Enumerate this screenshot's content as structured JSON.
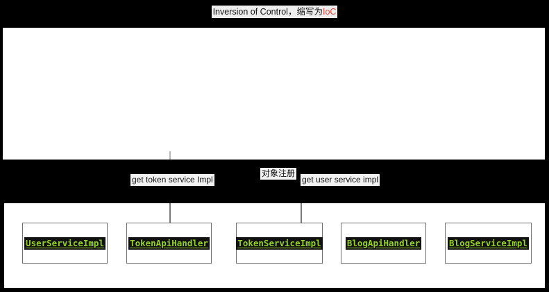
{
  "diagram": {
    "title": {
      "main": "Inversion of Control，缩写为",
      "accent": "IoC"
    },
    "edge_labels": [
      {
        "id": "get-token-service-impl",
        "text": "get token service Impl"
      },
      {
        "id": "object-registration",
        "text": "对象注册"
      },
      {
        "id": "get-user-service-impl",
        "text": "get user service impl"
      }
    ],
    "nodes": [
      {
        "id": "user-service-impl",
        "label": "UserServiceImpl"
      },
      {
        "id": "token-api-handler",
        "label": "TokenApiHandler"
      },
      {
        "id": "token-service-impl",
        "label": "TokenServiceImpl"
      },
      {
        "id": "blog-api-handler",
        "label": "BlogApiHandler"
      },
      {
        "id": "blog-service-impl",
        "label": "BlogServiceImpl"
      }
    ],
    "colors": {
      "background": "#000000",
      "panel": "#ffffff",
      "title_highlight": "#eeeeee",
      "title_accent": "#e8453c",
      "node_text": "#93d222",
      "node_text_bg": "#111111",
      "node_border": "#6f6f6f",
      "connector": "#7a7a7a",
      "label_bg": "#f2f2f2"
    }
  }
}
